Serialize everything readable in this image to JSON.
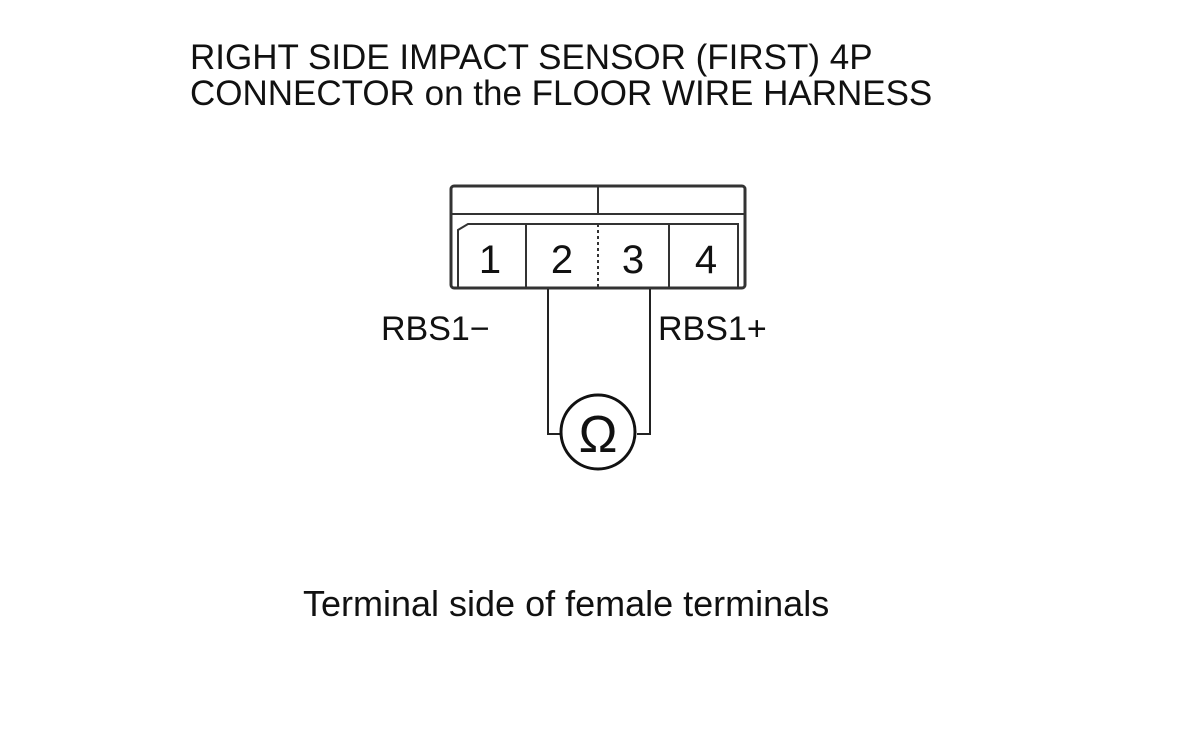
{
  "title": {
    "line1": "RIGHT SIDE IMPACT SENSOR (FIRST) 4P",
    "line2": "CONNECTOR on the FLOOR WIRE HARNESS"
  },
  "connector": {
    "pins": [
      "1",
      "2",
      "3",
      "4"
    ],
    "label_left": "RBS1−",
    "label_right": "RBS1+"
  },
  "meter": {
    "symbol": "Ω"
  },
  "caption": "Terminal side of female terminals"
}
